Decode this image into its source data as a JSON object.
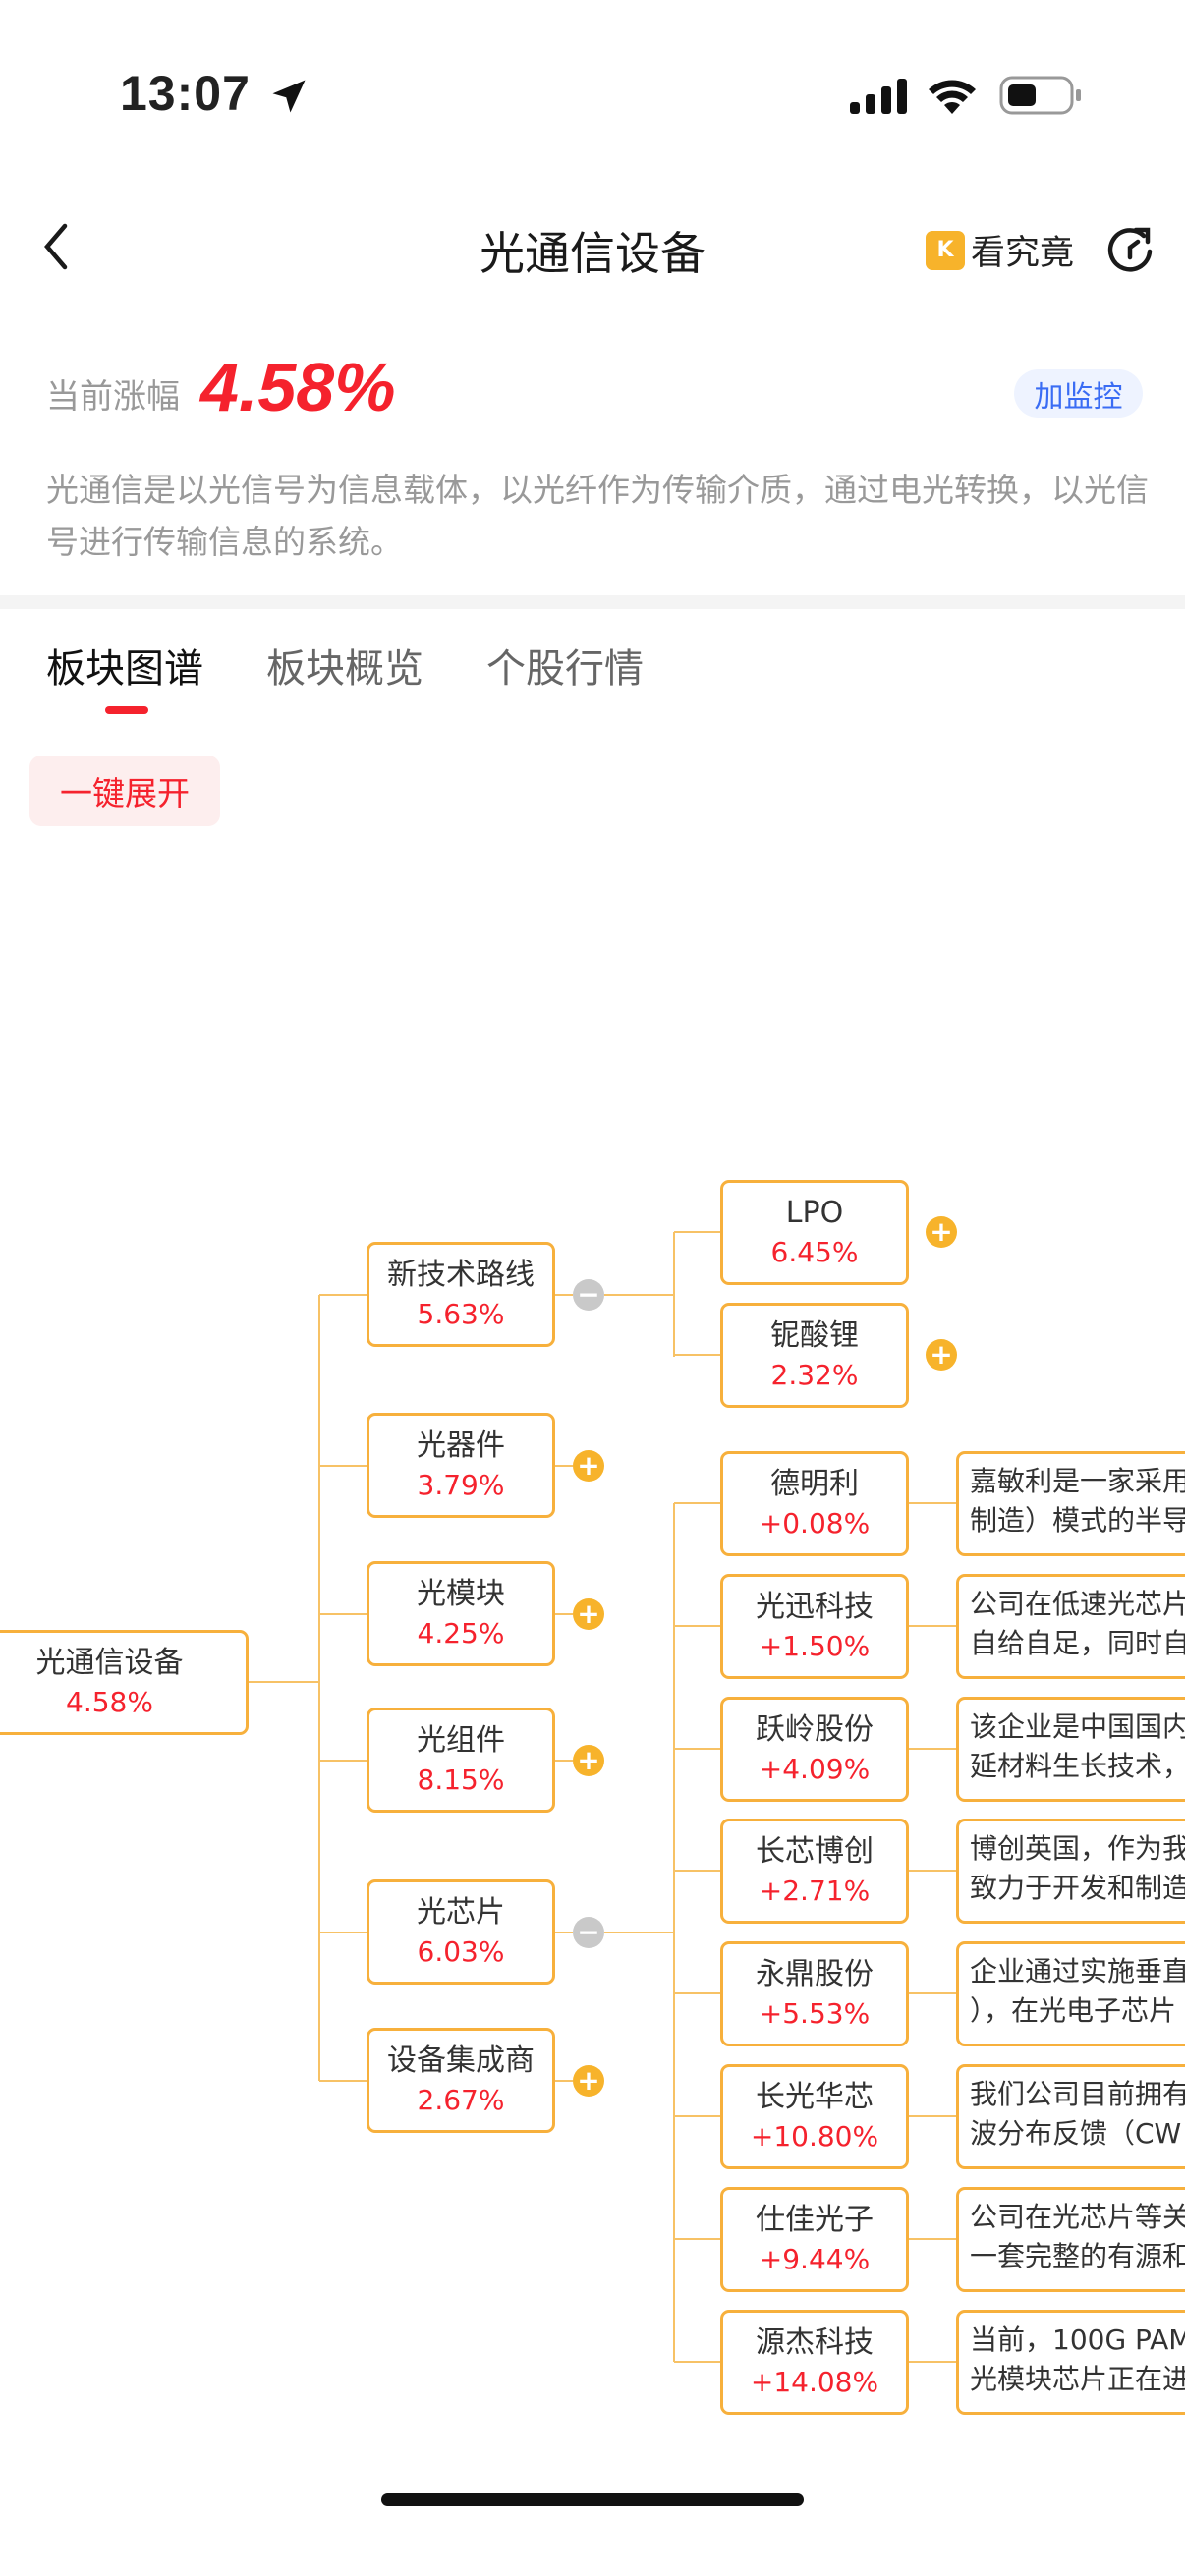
{
  "status_bar": {
    "time": "13:07"
  },
  "nav": {
    "title": "光通信设备",
    "kanjiujing_logo": "K",
    "kanjiujing_label": "看究竟"
  },
  "summary": {
    "change_label": "当前涨幅",
    "change_value": "4.58%",
    "monitor_button": "加监控",
    "description": "光通信是以光信号为信息载体，以光纤作为传输介质，通过电光转换，以光信号进行传输信息的系统。"
  },
  "tabs": [
    {
      "label": "板块图谱"
    },
    {
      "label": "板块概览"
    },
    {
      "label": "个股行情"
    }
  ],
  "expand_button": "一键展开",
  "tree": {
    "root": {
      "name": "光通信设备",
      "pct": "4.58%"
    },
    "level1": [
      {
        "name": "新技术路线",
        "pct": "5.63%",
        "state": "expanded"
      },
      {
        "name": "光器件",
        "pct": "3.79%",
        "state": "collapsed"
      },
      {
        "name": "光模块",
        "pct": "4.25%",
        "state": "collapsed"
      },
      {
        "name": "光组件",
        "pct": "8.15%",
        "state": "collapsed"
      },
      {
        "name": "光芯片",
        "pct": "6.03%",
        "state": "expanded"
      },
      {
        "name": "设备集成商",
        "pct": "2.67%",
        "state": "collapsed"
      }
    ],
    "new_tech": [
      {
        "name": "LPO",
        "pct": "6.45%"
      },
      {
        "name": "铌酸锂",
        "pct": "2.32%"
      }
    ],
    "chip_stocks": [
      {
        "name": "德明利",
        "pct": "+0.08%",
        "l1": "嘉敏利是一家采用",
        "l2": "制造）模式的半导"
      },
      {
        "name": "光迅科技",
        "pct": "+1.50%",
        "l1": "公司在低速光芯片",
        "l2": "自给自足，同时自"
      },
      {
        "name": "跃岭股份",
        "pct": "+4.09%",
        "l1": "该企业是中国国内",
        "l2": "延材料生长技术，"
      },
      {
        "name": "长芯博创",
        "pct": "+2.71%",
        "l1": "博创英国，作为我",
        "l2": "致力于开发和制造"
      },
      {
        "name": "永鼎股份",
        "pct": "+5.53%",
        "l1": "企业通过实施垂直",
        "l2": "），在光电子芯片"
      },
      {
        "name": "长光华芯",
        "pct": "+10.80%",
        "l1": "我们公司目前拥有",
        "l2": "波分布反馈（CW"
      },
      {
        "name": "仕佳光子",
        "pct": "+9.44%",
        "l1": "公司在光芯片等关",
        "l2": "一套完整的有源和"
      },
      {
        "name": "源杰科技",
        "pct": "+14.08%",
        "l1": "当前，100G PAM",
        "l2": "光模块芯片正在进"
      }
    ]
  },
  "colors": {
    "accent_red": "#f5222d",
    "node_border": "#f7b03c",
    "link_blue": "#3a6cf4"
  }
}
